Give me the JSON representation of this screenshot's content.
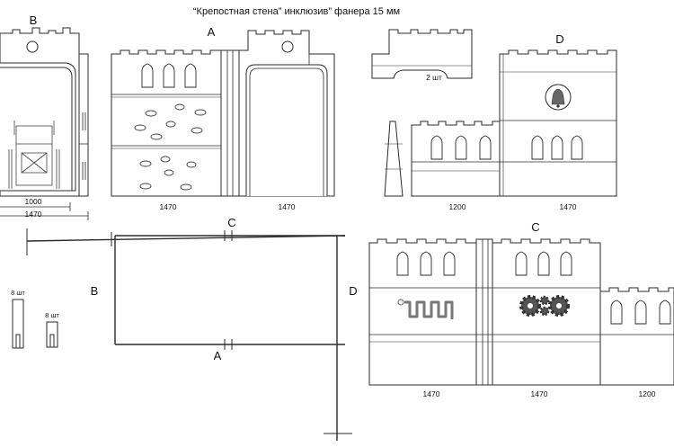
{
  "title": "“Крепостная стена” инклюзив” фанера 15 мм",
  "labels": {
    "panel_b": "B",
    "panel_a": "A",
    "panel_d": "D",
    "panel_c": "C",
    "plan_c": "C",
    "plan_a": "A",
    "plan_b": "B",
    "plan_d": "D"
  },
  "dimensions": {
    "b_inner": "1000",
    "b_outer": "1470",
    "a_left": "1470",
    "a_right": "1470",
    "d_left": "1200",
    "d_right": "1470",
    "c_left": "1470",
    "c_mid": "1470",
    "c_right": "1200"
  },
  "quantities": {
    "top_piece": "2 шт",
    "strip_long": "8 шт",
    "strip_short": "8 шт"
  },
  "colors": {
    "line": "#2b2b2b",
    "fill": "#ffffff",
    "hold": "#444444",
    "accent": "#7a7a7a"
  }
}
